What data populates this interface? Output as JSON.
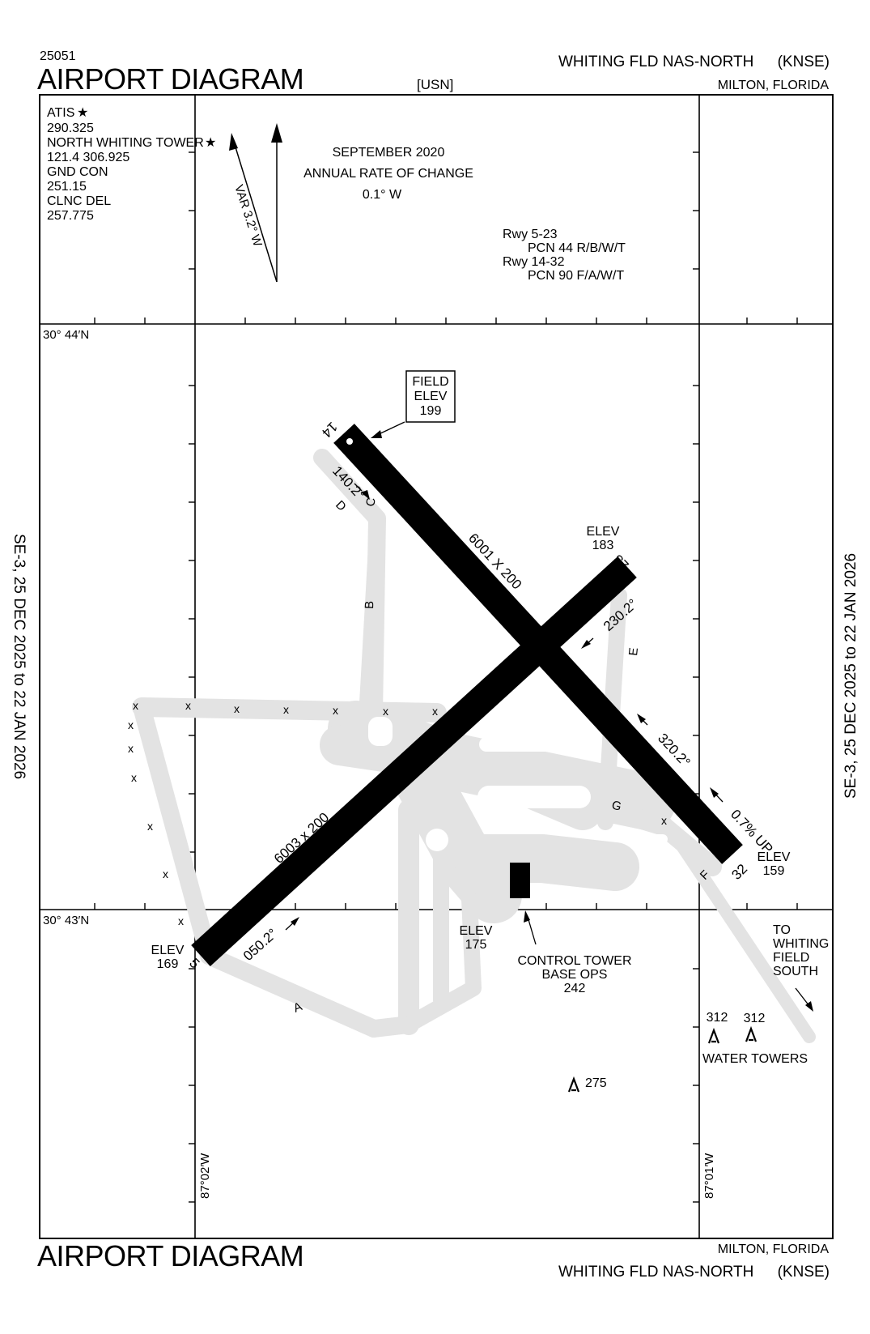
{
  "header": {
    "chart_number": "25051",
    "title_top": "AIRPORT DIAGRAM",
    "operator": "[USN]",
    "airport_name": "WHITING FLD NAS-NORTH",
    "airport_id": "(KNSE)",
    "city": "MILTON, FLORIDA"
  },
  "footer": {
    "title_bottom": "AIRPORT DIAGRAM",
    "city": "MILTON, FLORIDA",
    "airport_name": "WHITING FLD NAS-NORTH",
    "airport_id": "(KNSE)"
  },
  "margins": {
    "left_effective": "SE-3,  25 DEC 2025  to  22 JAN 2026",
    "right_effective": "SE-3,  25 DEC 2025  to  22 JAN 2026"
  },
  "comms": {
    "atis_label": "ATIS",
    "atis_freq": "290.325",
    "tower_label": "NORTH WHITING TOWER",
    "tower_freq": "121.4  306.925",
    "gnd_label": "GND CON",
    "gnd_freq": "251.15",
    "clnc_label": "CLNC DEL",
    "clnc_freq": "257.775"
  },
  "magvar": {
    "var": "VAR 3.2° W",
    "date": "SEPTEMBER 2020",
    "rate_label": "ANNUAL RATE OF CHANGE",
    "rate": "0.1° W"
  },
  "pcn": {
    "rwy1": "Rwy 5-23",
    "rwy1_pcn": "PCN 44 R/B/W/T",
    "rwy2": "Rwy 14-32",
    "rwy2_pcn": "PCN 90 F/A/W/T"
  },
  "coords": {
    "lat_north": "30° 44′N",
    "lat_south": "30° 43′N",
    "lon_west": "87°02′W",
    "lon_east": "87°01′W"
  },
  "field_elev": {
    "l1": "FIELD",
    "l2": "ELEV",
    "l3": "199"
  },
  "runways": {
    "r14": "14",
    "r32": "32",
    "r5": "5",
    "r23": "23",
    "dim_14_32": "6001 X 200",
    "dim_5_23": "6003 x 200",
    "hdg_140": "140.2°",
    "hdg_320": "320.2°",
    "hdg_050": "050.2°",
    "hdg_230": "230.2°",
    "gradient": "0.7% UP"
  },
  "elevations": {
    "elev_label": "ELEV",
    "e183": "183",
    "e159": "159",
    "e169": "169",
    "e175": "175"
  },
  "taxiways": {
    "a": "A",
    "b": "B",
    "c": "C",
    "d": "D",
    "e": "E",
    "f": "F",
    "g": "G"
  },
  "facilities": {
    "tower_l1": "CONTROL TOWER",
    "tower_l2": "BASE OPS",
    "tower_l3": "242",
    "to_l1": "TO",
    "to_l2": "WHITING",
    "to_l3": "FIELD",
    "to_l4": "SOUTH",
    "wt_312a": "312",
    "wt_312b": "312",
    "wt_label": "WATER TOWERS",
    "obst_275": "275"
  },
  "colors": {
    "runway": "#000000",
    "taxiway": "#e3e3e3",
    "frame": "#000000"
  }
}
